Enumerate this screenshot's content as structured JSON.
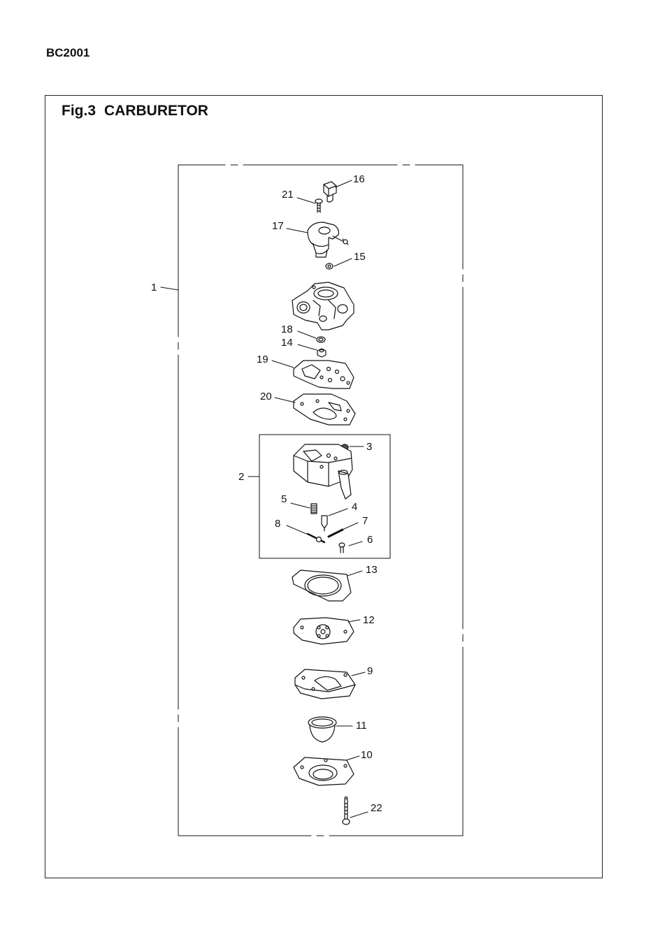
{
  "header": {
    "model": "BC2001"
  },
  "figure": {
    "number": "Fig.3",
    "title": "CARBURETOR"
  },
  "callouts": [
    "1",
    "2",
    "3",
    "4",
    "5",
    "6",
    "7",
    "8",
    "9",
    "10",
    "11",
    "12",
    "13",
    "14",
    "15",
    "16",
    "17",
    "18",
    "19",
    "20",
    "21",
    "22"
  ]
}
